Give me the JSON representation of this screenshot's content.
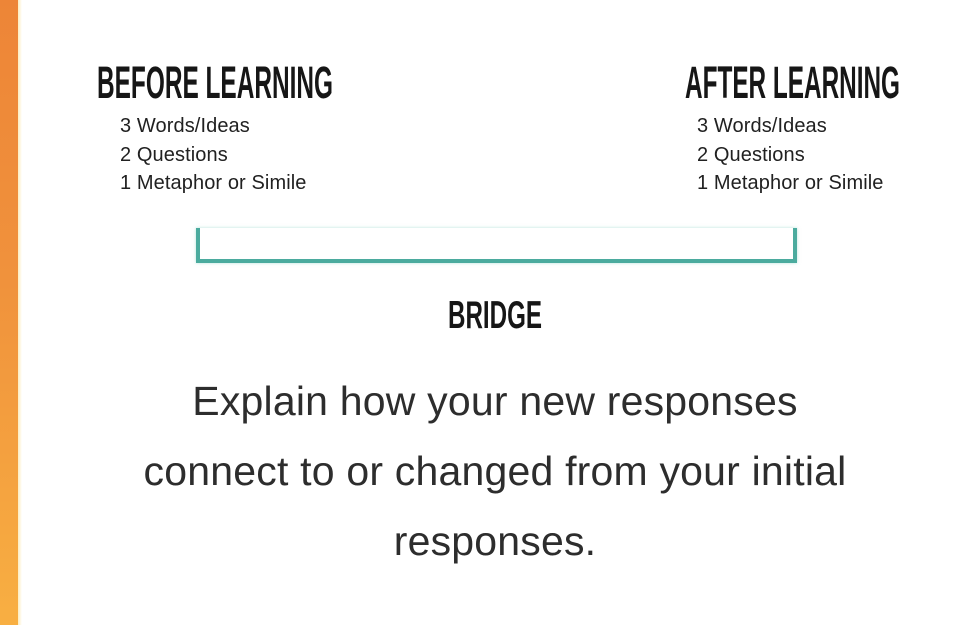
{
  "slide": {
    "accent_colors": {
      "stripe_top": "#ed8537",
      "stripe_bottom": "#f8af42",
      "bracket_teal": "#4bab9e",
      "heading_text": "#161616",
      "body_text": "#2d2d2d"
    }
  },
  "before_section": {
    "title": "BEFORE LEARNING",
    "items": [
      "3 Words/Ideas",
      "2 Questions",
      "1 Metaphor or Simile"
    ]
  },
  "after_section": {
    "title": "AFTER LEARNING",
    "items": [
      "3 Words/Ideas",
      "2 Questions",
      "1 Metaphor or Simile"
    ]
  },
  "bridge": {
    "label": "BRIDGE",
    "prompt_lines": [
      "Explain how your new responses",
      "connect to or changed from your initial",
      "responses."
    ]
  }
}
